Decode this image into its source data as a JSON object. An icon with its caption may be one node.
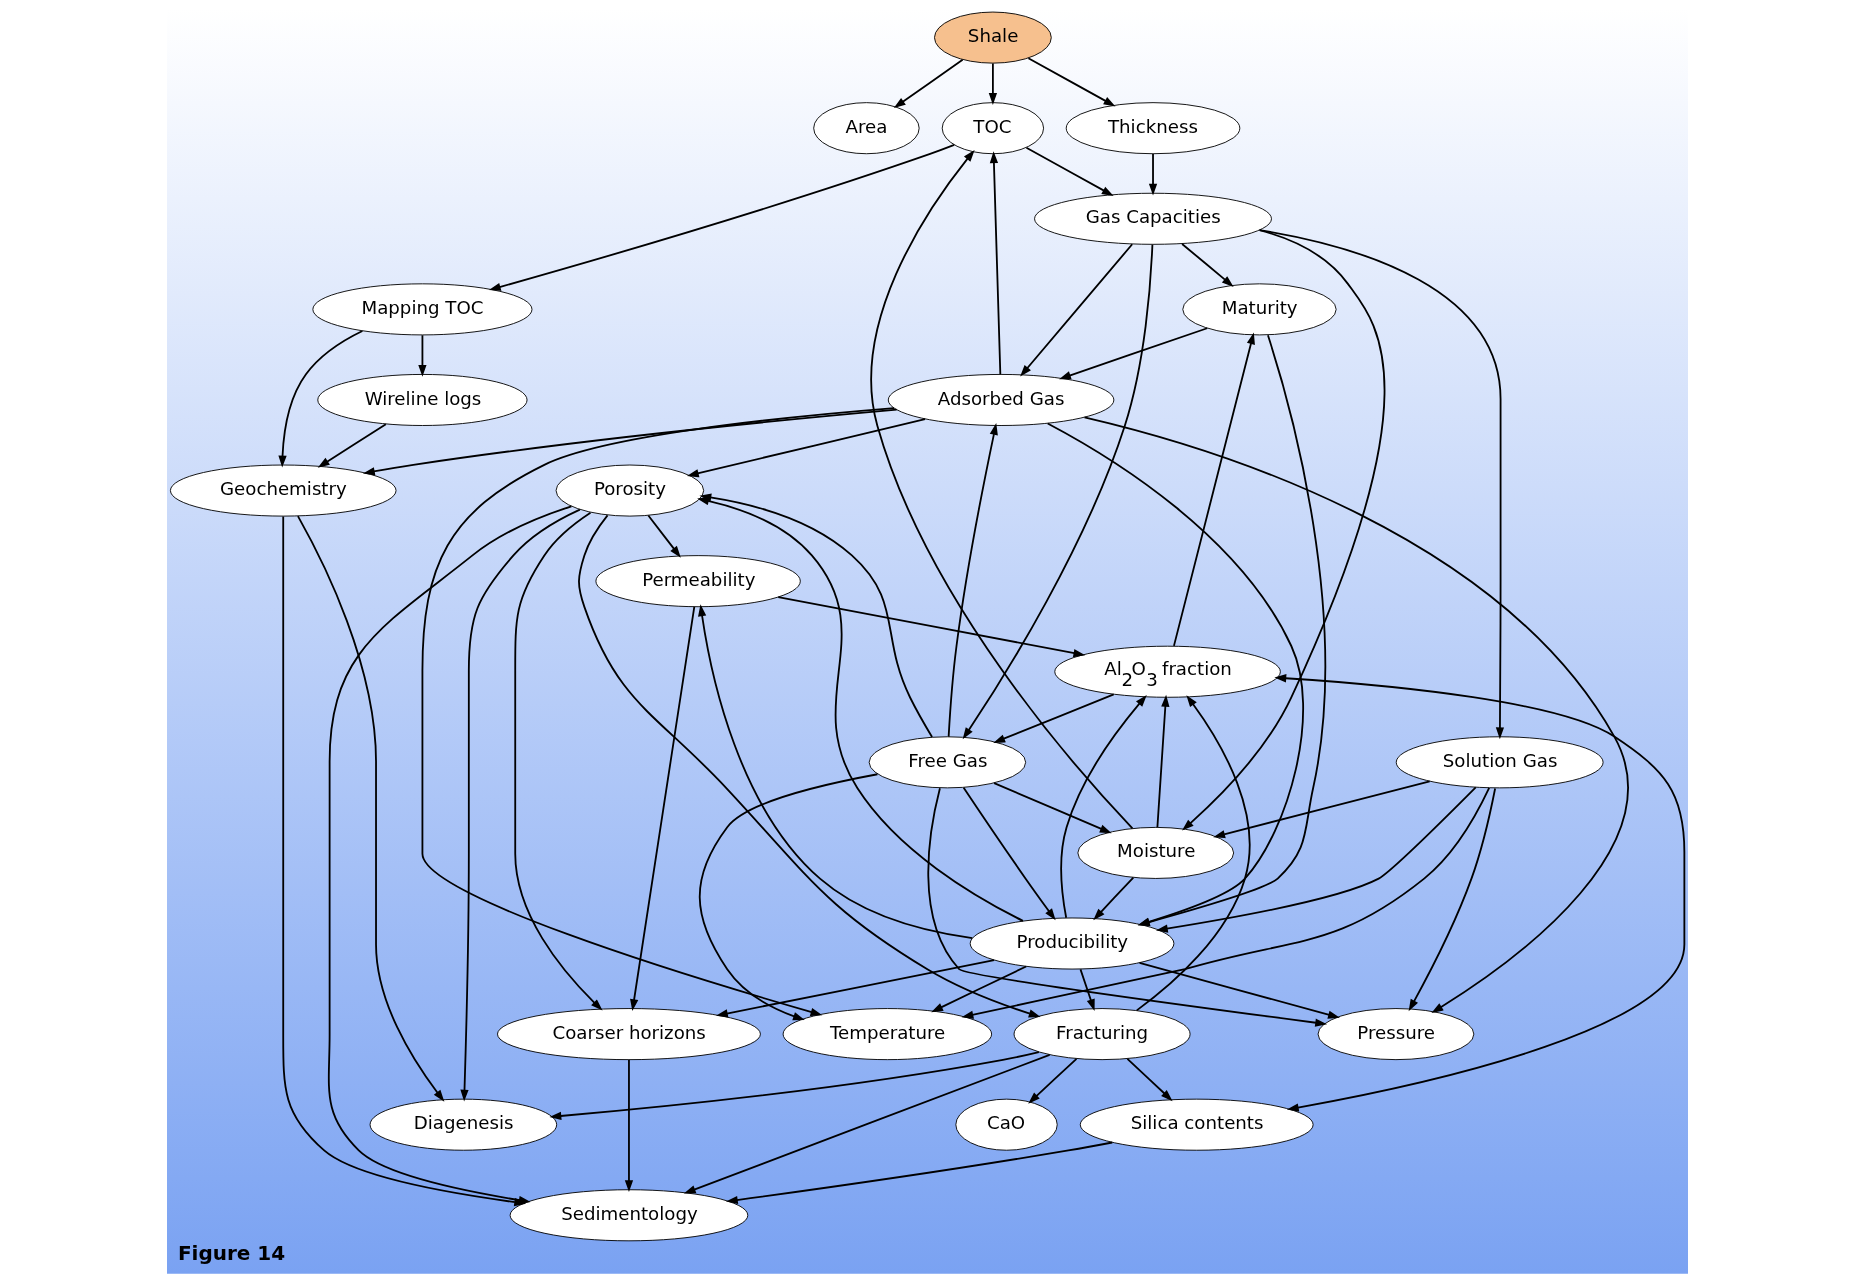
{
  "diagram": {
    "caption": "Figure 14",
    "nodes": [
      {
        "text": [
          "Shale"
        ]
      },
      {
        "text": [
          "Mapping TOC"
        ]
      },
      {
        "text": [
          "Area"
        ]
      },
      {
        "text": [
          "Wireline logs"
        ]
      },
      {
        "text": [
          "TOC"
        ]
      },
      {
        "text": [
          "Thickness"
        ]
      },
      {
        "text": [
          "Maturity"
        ]
      },
      {
        "text": [
          "Geochemistry"
        ]
      },
      {
        "text": [
          "Adsorbed Gas"
        ]
      },
      {
        "text": [
          "Gas Capacities"
        ]
      },
      {
        "text": [
          "Moisture"
        ]
      },
      {
        "text": [
          "Temperature"
        ]
      },
      {
        "text": [
          "Free Gas"
        ]
      },
      {
        "text": [
          "Solution Gas"
        ]
      },
      {
        "text": [
          "Pressure"
        ]
      },
      {
        "text": [
          "Producibility"
        ]
      },
      {
        "text": [
          "Al$_{2}$O$_{3}$ fraction"
        ]
      },
      {
        "text": [
          "Permeability"
        ]
      },
      {
        "text": [
          "Sedimentology"
        ]
      },
      {
        "text": [
          "Porosity"
        ]
      },
      {
        "text": [
          "Fracturing"
        ]
      },
      {
        "text": [
          "CaO"
        ]
      },
      {
        "text": [
          "Diagenesis"
        ]
      },
      {
        "text": [
          "Coarser horizons"
        ]
      },
      {
        "text": [
          "Silica contents"
        ]
      }
    ],
    "edges": [
      {
        "from": 0,
        "to": 4,
        "arrow": "to"
      },
      {
        "from": 0,
        "to": 5,
        "arrow": "to"
      },
      {
        "from": 0,
        "to": 2,
        "arrow": "to"
      },
      {
        "from": 1,
        "to": 3,
        "arrow": "to"
      },
      {
        "from": 1,
        "to": 7,
        "arrow": "to"
      },
      {
        "from": 3,
        "to": 7,
        "arrow": "to"
      },
      {
        "from": 4,
        "to": 1,
        "arrow": "to"
      },
      {
        "from": 4,
        "to": 9,
        "arrow": "to"
      },
      {
        "from": 5,
        "to": 9,
        "arrow": "to"
      },
      {
        "from": 8,
        "to": 4,
        "arrow": "to"
      },
      {
        "from": 10,
        "to": 4,
        "arrow": "to"
      },
      {
        "from": 6,
        "to": 8,
        "arrow": "to"
      },
      {
        "from": 9,
        "to": 6,
        "arrow": "to"
      },
      {
        "from": 9,
        "to": 8,
        "arrow": "to"
      },
      {
        "from": 9,
        "to": 10,
        "arrow": "to"
      },
      {
        "from": 9,
        "to": 12,
        "arrow": "to"
      },
      {
        "from": 9,
        "to": 13,
        "arrow": "to"
      },
      {
        "from": 8,
        "to": 7,
        "arrow": "to"
      },
      {
        "from": 7,
        "to": 18,
        "arrow": "to"
      },
      {
        "from": 7,
        "to": 22,
        "arrow": "to"
      },
      {
        "from": 8,
        "to": 11,
        "arrow": "to"
      },
      {
        "from": 13,
        "to": 11,
        "arrow": "to"
      },
      {
        "from": 12,
        "to": 11,
        "arrow": "to"
      },
      {
        "from": 12,
        "to": 8,
        "arrow": "to"
      },
      {
        "from": 12,
        "to": 10,
        "arrow": "to"
      },
      {
        "from": 13,
        "to": 10,
        "arrow": "to"
      },
      {
        "from": 8,
        "to": 14,
        "arrow": "to"
      },
      {
        "from": 8,
        "to": 19,
        "arrow": "to"
      },
      {
        "from": 8,
        "to": 15,
        "arrow": "to"
      },
      {
        "from": 12,
        "to": 14,
        "arrow": "to"
      },
      {
        "from": 12,
        "to": 19,
        "arrow": "to"
      },
      {
        "from": 12,
        "to": 15,
        "arrow": "to"
      },
      {
        "from": 13,
        "to": 14,
        "arrow": "to"
      },
      {
        "from": 13,
        "to": 15,
        "arrow": "to"
      },
      {
        "from": 10,
        "to": 15,
        "arrow": "to"
      },
      {
        "from": 6,
        "to": 15,
        "arrow": "to"
      },
      {
        "from": 10,
        "to": 16,
        "arrow": "to"
      },
      {
        "from": 16,
        "to": 6,
        "arrow": "to"
      },
      {
        "from": 16,
        "to": 12,
        "arrow": "to"
      },
      {
        "from": 15,
        "to": 11,
        "arrow": "to"
      },
      {
        "from": 15,
        "to": 14,
        "arrow": "to"
      },
      {
        "from": 15,
        "to": 19,
        "arrow": "to"
      },
      {
        "from": 15,
        "to": 17,
        "arrow": "to"
      },
      {
        "from": 15,
        "to": 20,
        "arrow": "to"
      },
      {
        "from": 15,
        "to": 23,
        "arrow": "to"
      },
      {
        "from": 15,
        "to": 16,
        "arrow": "to"
      },
      {
        "from": 17,
        "to": 16,
        "arrow": "to"
      },
      {
        "from": 17,
        "to": 23,
        "arrow": "to"
      },
      {
        "from": 19,
        "to": 18,
        "arrow": "to"
      },
      {
        "from": 19,
        "to": 22,
        "arrow": "to"
      },
      {
        "from": 19,
        "to": 17,
        "arrow": "to"
      },
      {
        "from": 19,
        "to": 20,
        "arrow": "to"
      },
      {
        "from": 19,
        "to": 23,
        "arrow": "to"
      },
      {
        "from": 20,
        "to": 16,
        "arrow": "to"
      },
      {
        "from": 20,
        "to": 21,
        "arrow": "to"
      },
      {
        "from": 20,
        "to": 24,
        "arrow": "to"
      },
      {
        "from": 20,
        "to": 18,
        "arrow": "to"
      },
      {
        "from": 20,
        "to": 22,
        "arrow": "to"
      },
      {
        "from": 23,
        "to": 18,
        "arrow": "to"
      },
      {
        "from": 24,
        "to": 18,
        "arrow": "to"
      },
      {
        "from": 24,
        "to": 16,
        "arrow": "both"
      }
    ]
  }
}
